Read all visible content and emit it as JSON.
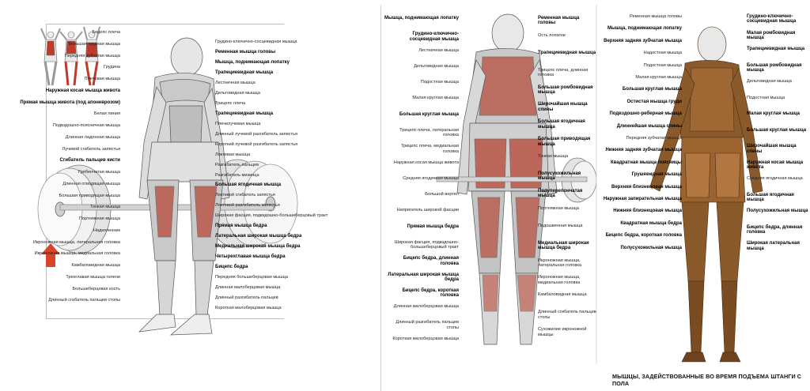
{
  "left": {
    "labels_left": [
      {
        "t": "Бицепс плеча",
        "b": false
      },
      {
        "t": "Большая грудная мышца",
        "b": false
      },
      {
        "t": "Передняя зубчатая мышца",
        "b": false
      },
      {
        "t": "Грудина",
        "b": false
      },
      {
        "t": "Плечевая мышца",
        "b": false
      },
      {
        "t": "Наружная косая мышца живота",
        "b": true
      },
      {
        "t": "Прямая мышца живота (под апоневрозом)",
        "b": true
      },
      {
        "t": "Белая линия",
        "b": false
      },
      {
        "t": "Подвздошно-поясничная мышца",
        "b": false
      },
      {
        "t": "Длинная ладонная мышца",
        "b": false
      },
      {
        "t": "Лучевой сгибатель запястья",
        "b": false
      },
      {
        "t": "Сгибатель пальцев кисти",
        "b": true
      },
      {
        "t": "Гребенчатая мышца",
        "b": false
      },
      {
        "t": "Длинная отводящая мышца",
        "b": false
      },
      {
        "t": "Большая приводящая мышца",
        "b": false
      },
      {
        "t": "Тонкая мышца",
        "b": false
      },
      {
        "t": "Портняжная мышца",
        "b": false
      },
      {
        "t": "Надколенник",
        "b": false
      },
      {
        "t": "Икроножная мышца, латеральная головка",
        "b": false
      },
      {
        "t": "Икроножная мышца, медиальная головка",
        "b": false
      },
      {
        "t": "Камбаловидная мышца",
        "b": false
      },
      {
        "t": "Трехглавая мышца голени",
        "b": false
      },
      {
        "t": "Большеберцовая кость",
        "b": false
      },
      {
        "t": "Длинный сгибатель пальцев стопы",
        "b": false
      }
    ],
    "labels_right": [
      {
        "t": "Грудино-ключично-сосцевидная мышца",
        "b": false
      },
      {
        "t": "Ременная мышца головы",
        "b": true
      },
      {
        "t": "Мышца, поднимающая лопатку",
        "b": true
      },
      {
        "t": "Трапециевидная мышца",
        "b": true
      },
      {
        "t": "Лестничная мышца",
        "b": false
      },
      {
        "t": "Дельтовидная мышца",
        "b": false
      },
      {
        "t": "Трицепс плеча",
        "b": false
      },
      {
        "t": "Трапециевидная мышца",
        "b": true
      },
      {
        "t": "Плечелучевая мышца",
        "b": false
      },
      {
        "t": "Длинный лучевой разгибатель запястья",
        "b": false
      },
      {
        "t": "Короткий лучевой разгибатель запястья",
        "b": false
      },
      {
        "t": "Локтевая мышца",
        "b": false
      },
      {
        "t": "Разгибатель пальцев",
        "b": false
      },
      {
        "t": "Разгибатель мизинца",
        "b": false
      },
      {
        "t": "Большая ягодичная мышца",
        "b": true
      },
      {
        "t": "Локтевой сгибатель запястья",
        "b": false
      },
      {
        "t": "Локтевой разгибатель запястья",
        "b": false
      },
      {
        "t": "Широкая фасция, подвздошно-большеберцовый тракт",
        "b": false
      },
      {
        "t": "Прямая мышца бедра",
        "b": true
      },
      {
        "t": "Латеральная широкая мышца бедра",
        "b": true
      },
      {
        "t": "Медиальная широкая мышца бедра",
        "b": true
      },
      {
        "t": "Четырехглавая мышца бедра",
        "b": true
      },
      {
        "t": "Бицепс бедра",
        "b": true
      },
      {
        "t": "Передняя большеберцовая мышца",
        "b": false
      },
      {
        "t": "Длинная малоберцовая мышца",
        "b": false
      },
      {
        "t": "Длинный разгибатель пальцев",
        "b": false
      },
      {
        "t": "Короткая малоберцовая мышца",
        "b": false
      }
    ]
  },
  "right": {
    "col1_left": [
      {
        "t": "Мышца, поднимающая лопатку",
        "b": true
      },
      {
        "t": "Грудино-ключично-сосцевидная мышца",
        "b": true
      },
      {
        "t": "Лестничная мышца",
        "b": false
      },
      {
        "t": "Дельтовидная мышца",
        "b": false
      },
      {
        "t": "Подостная мышца",
        "b": false
      },
      {
        "t": "Малая круглая мышца",
        "b": false
      },
      {
        "t": "Большая круглая мышца",
        "b": true
      },
      {
        "t": "Трицепс плеча, латеральная головка",
        "b": false
      },
      {
        "t": "Трицепс плеча, медиальная головка",
        "b": false
      },
      {
        "t": "Наружная косая мышца живота",
        "b": false
      },
      {
        "t": "Средняя ягодичная мышца",
        "b": false
      },
      {
        "t": "Большой вертел",
        "b": false
      },
      {
        "t": "Напрягатель широкой фасции",
        "b": false
      },
      {
        "t": "Прямая мышца бедра",
        "b": true
      },
      {
        "t": "Широкая фасция, подвздошно-большеберцовый тракт",
        "b": false
      },
      {
        "t": "Бицепс бедра, длинная головка",
        "b": true
      },
      {
        "t": "Латеральная широкая мышца бедра",
        "b": true
      },
      {
        "t": "Бицепс бедра, короткая головка",
        "b": true
      },
      {
        "t": "Длинная малоберцовая мышца",
        "b": false
      },
      {
        "t": "Длинный разгибатель пальцев стопы",
        "b": false
      },
      {
        "t": "Короткая малоберцовая мышца",
        "b": false
      }
    ],
    "col1_right": [
      {
        "t": "Ременная мышца головы",
        "b": true
      },
      {
        "t": "Ость лопатки",
        "b": false
      },
      {
        "t": "Трапециевидная мышца",
        "b": true
      },
      {
        "t": "Трицепс плеча, длинная головка",
        "b": false
      },
      {
        "t": "Большая ромбовидная мышца",
        "b": true
      },
      {
        "t": "Широчайшая мышца спины",
        "b": true
      },
      {
        "t": "Большая ягодичная мышца",
        "b": true
      },
      {
        "t": "Большая приводящая мышца",
        "b": true
      },
      {
        "t": "Тонкая мышца",
        "b": false
      },
      {
        "t": "Полусухожильная мышца",
        "b": true
      },
      {
        "t": "Полуперепончатая мышца",
        "b": true
      },
      {
        "t": "Портняжная мышца",
        "b": false
      },
      {
        "t": "Подошвенная мышца",
        "b": false
      },
      {
        "t": "Медиальная широкая мышца бедра",
        "b": true
      },
      {
        "t": "Икроножная мышца, латеральная головка",
        "b": false
      },
      {
        "t": "Икроножная мышца, медиальная головка",
        "b": false
      },
      {
        "t": "Камбаловидная мышца",
        "b": false
      },
      {
        "t": "Длинный сгибатель пальцев стопы",
        "b": false
      },
      {
        "t": "Сухожилие икроножной мышцы",
        "b": false
      }
    ],
    "col2_left": [
      {
        "t": "Ременная мышца головы",
        "b": false
      },
      {
        "t": "Мышца, поднимающая лопатку",
        "b": true
      },
      {
        "t": "Верхняя задняя зубчатая мышца",
        "b": true
      },
      {
        "t": "Надостная мышца",
        "b": false
      },
      {
        "t": "Подостная мышца",
        "b": false
      },
      {
        "t": "Малая круглая мышца",
        "b": false
      },
      {
        "t": "Большая круглая мышца",
        "b": true
      },
      {
        "t": "Остистая мышца груди",
        "b": true
      },
      {
        "t": "Подвздошно-реберная мышца",
        "b": true
      },
      {
        "t": "Длиннейшая мышца спины",
        "b": true
      },
      {
        "t": "Передняя зубчатая мышца",
        "b": false
      },
      {
        "t": "Нижняя задняя зубчатая мышца",
        "b": true
      },
      {
        "t": "Квадратная мышца поясницы",
        "b": true
      },
      {
        "t": "Грушевидная мышца",
        "b": true
      },
      {
        "t": "Верхняя близнецовая мышца",
        "b": true
      },
      {
        "t": "Наружная запирательная мышца",
        "b": true
      },
      {
        "t": "Нижняя близнецовая мышца",
        "b": true
      },
      {
        "t": "Квадратная мышца бедра",
        "b": true
      },
      {
        "t": "Бицепс бедра, короткая головка",
        "b": true
      },
      {
        "t": "Полусухожильная мышца",
        "b": true
      }
    ],
    "col2_right": [
      {
        "t": "Грудино-ключично-сосцевидная мышца",
        "b": true
      },
      {
        "t": "Малая ромбовидная мышца",
        "b": true
      },
      {
        "t": "Трапециевидная мышца",
        "b": true
      },
      {
        "t": "Большая ромбовидная мышца",
        "b": true
      },
      {
        "t": "Дельтовидная мышца",
        "b": false
      },
      {
        "t": "Подостная мышца",
        "b": false
      },
      {
        "t": "Малая круглая мышца",
        "b": true
      },
      {
        "t": "Большая круглая мышца",
        "b": true
      },
      {
        "t": "Широчайшая мышца спины",
        "b": true
      },
      {
        "t": "Наружная косая мышца живота",
        "b": true
      },
      {
        "t": "Средняя ягодичная мышца",
        "b": false
      },
      {
        "t": "Большая ягодичная мышца",
        "b": true
      },
      {
        "t": "Полусухожильная мышца",
        "b": true
      },
      {
        "t": "Бицепс бедра, длинная головка",
        "b": true
      },
      {
        "t": "Широкая латеральная мышца",
        "b": true
      }
    ],
    "caption": "МЫШЦЫ, ЗАДЕЙСТВОВАННЫЕ ВО ВРЕМЯ ПОДЪЕМА ШТАНГИ С ПОЛА"
  },
  "colors": {
    "muscle": "#b84a3a",
    "muscle_light": "#e3a596",
    "outline": "#555555",
    "plate": "#d8d8d8",
    "bronze": "#8a5a2b",
    "arrow": "#d9452b"
  }
}
